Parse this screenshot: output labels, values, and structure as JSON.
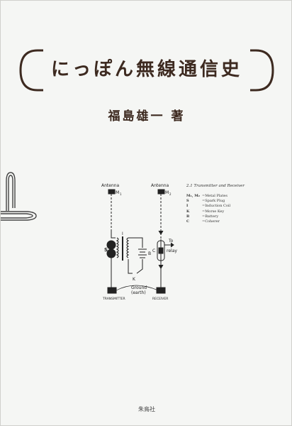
{
  "cover": {
    "title": "にっぽん無線通信史",
    "author": "福島雄一 著",
    "publisher": "朱鳥社"
  },
  "diagram": {
    "label_antenna_left": "Antenna",
    "label_m1": "M",
    "label_m1_sub": "1",
    "label_antenna_right": "Antenna",
    "label_m2": "M",
    "label_m2_sub": "2",
    "label_i": "I",
    "label_s": "S",
    "label_b": "B",
    "label_k": "K",
    "label_c": "C",
    "label_to": "To",
    "label_relay": "relay",
    "label_ground": "Ground",
    "label_earth": "(earth)",
    "label_transmitter": "TRANSMITTER",
    "label_receiver": "RECEIVER"
  },
  "legend": {
    "title": "2.1  Transmitter and Receiver",
    "items": [
      {
        "key": "M₁, M₂",
        "value": "=Metal Plates"
      },
      {
        "key": "S",
        "value": "=Spark Plug"
      },
      {
        "key": "I",
        "value": "=Induction Coil"
      },
      {
        "key": "K",
        "value": "=Morse Key"
      },
      {
        "key": "B",
        "value": "=Battery"
      },
      {
        "key": "C",
        "value": "=Coherer"
      }
    ]
  }
}
